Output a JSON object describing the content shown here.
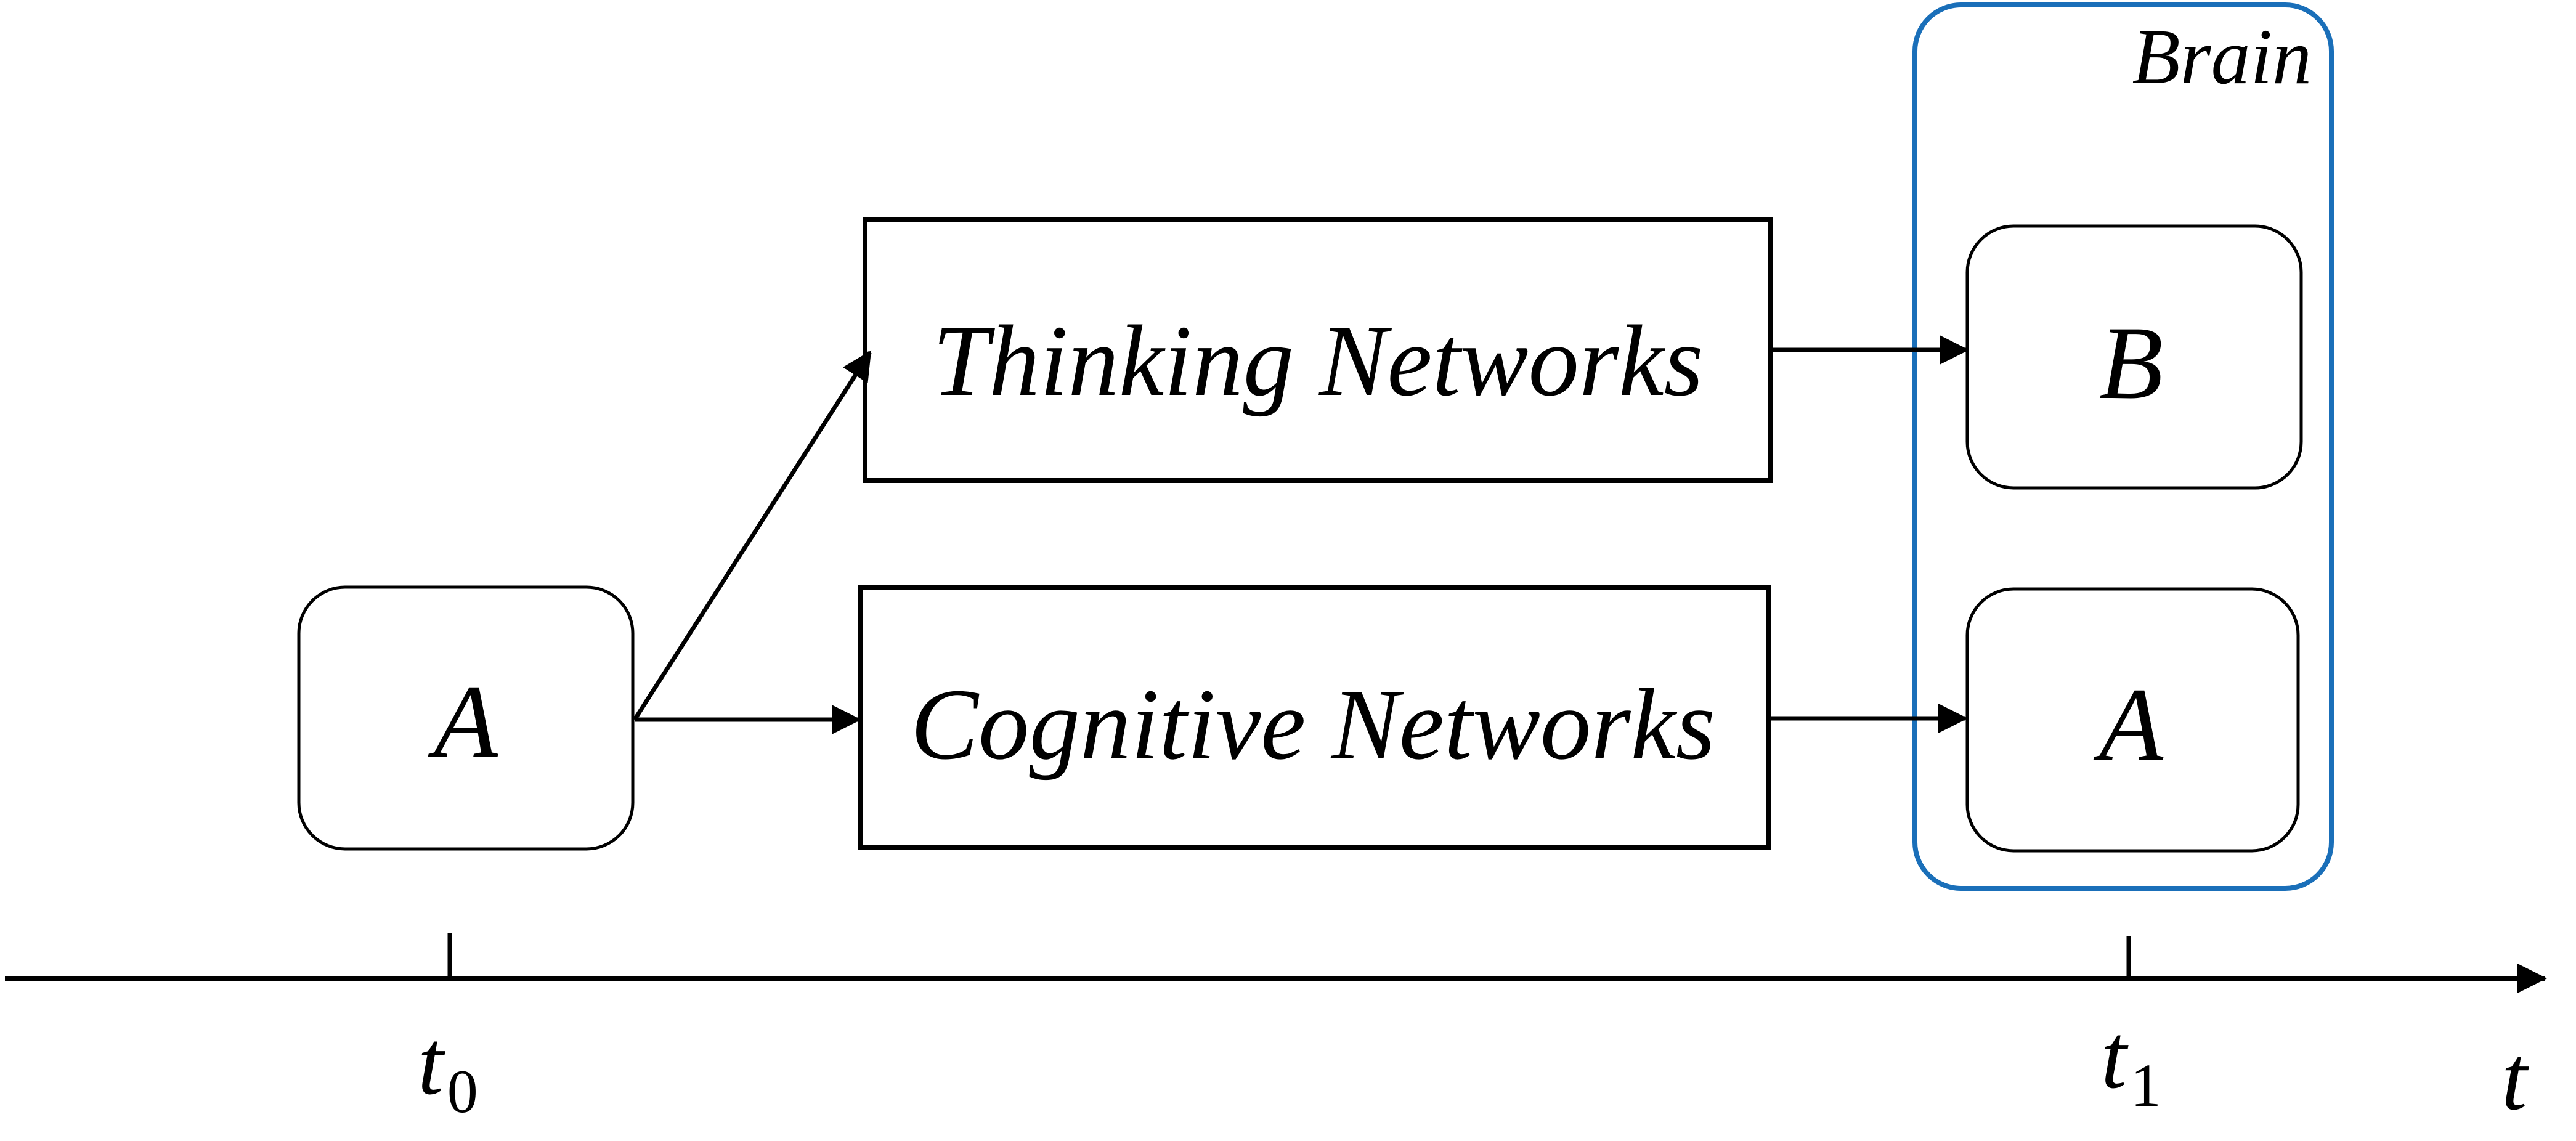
{
  "diagram": {
    "input_node": {
      "label": "A"
    },
    "thinking_box": {
      "label": "Thinking Networks"
    },
    "cognitive_box": {
      "label": "Cognitive Networks"
    },
    "brain_group": {
      "label": "Brain",
      "border_color": "#1a6fb9",
      "nodes": [
        {
          "label": "B"
        },
        {
          "label": "A"
        }
      ]
    },
    "time_axis": {
      "label": "t",
      "ticks": [
        {
          "symbol": "t",
          "subscript": "0"
        },
        {
          "symbol": "t",
          "subscript": "1"
        }
      ]
    },
    "colors": {
      "stroke": "#000000",
      "background": "#ffffff"
    }
  }
}
